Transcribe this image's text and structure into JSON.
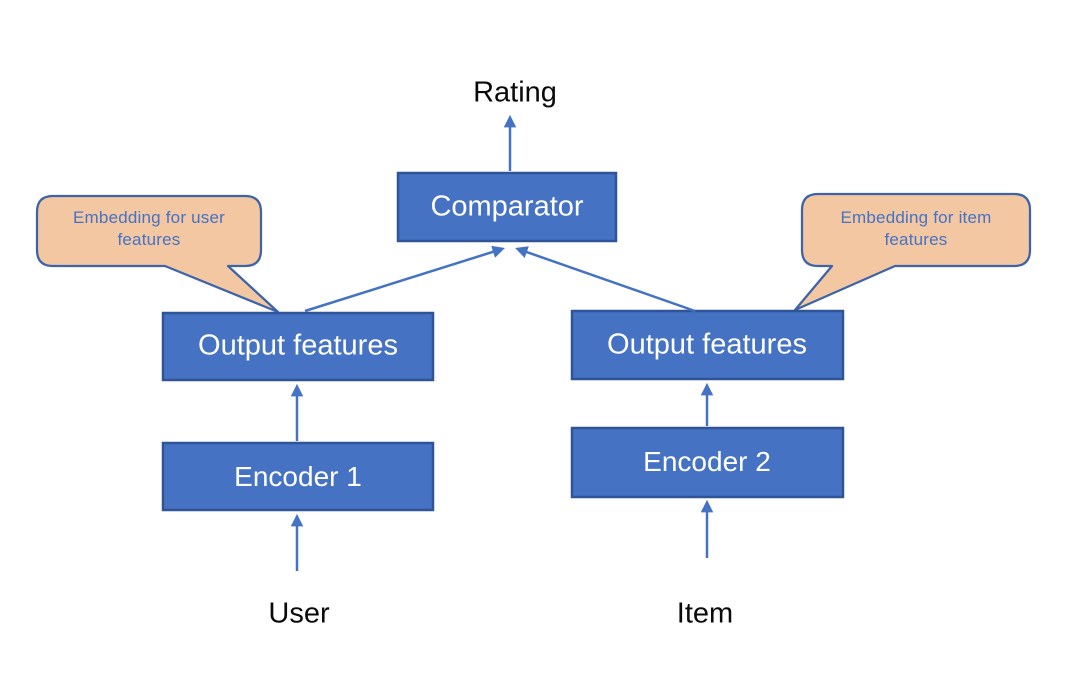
{
  "diagram": {
    "output_label": "Rating",
    "comparator_label": "Comparator",
    "left_branch": {
      "output_box": "Output features",
      "encoder_box": "Encoder 1",
      "input_label": "User",
      "callout_line1": "Embedding for user",
      "callout_line2": "features"
    },
    "right_branch": {
      "output_box": "Output features",
      "encoder_box": "Encoder 2",
      "input_label": "Item",
      "callout_line1": "Embedding for item",
      "callout_line2": "features"
    },
    "colors": {
      "box_fill": "#4672C4",
      "box_border": "#2F5597",
      "arrow": "#4472C4",
      "callout_fill": "#F4C7A3",
      "callout_border": "#3D63A8",
      "callout_text": "#4472C4",
      "label_text": "#0A0A0A",
      "box_text": "#FFFFFF"
    }
  }
}
